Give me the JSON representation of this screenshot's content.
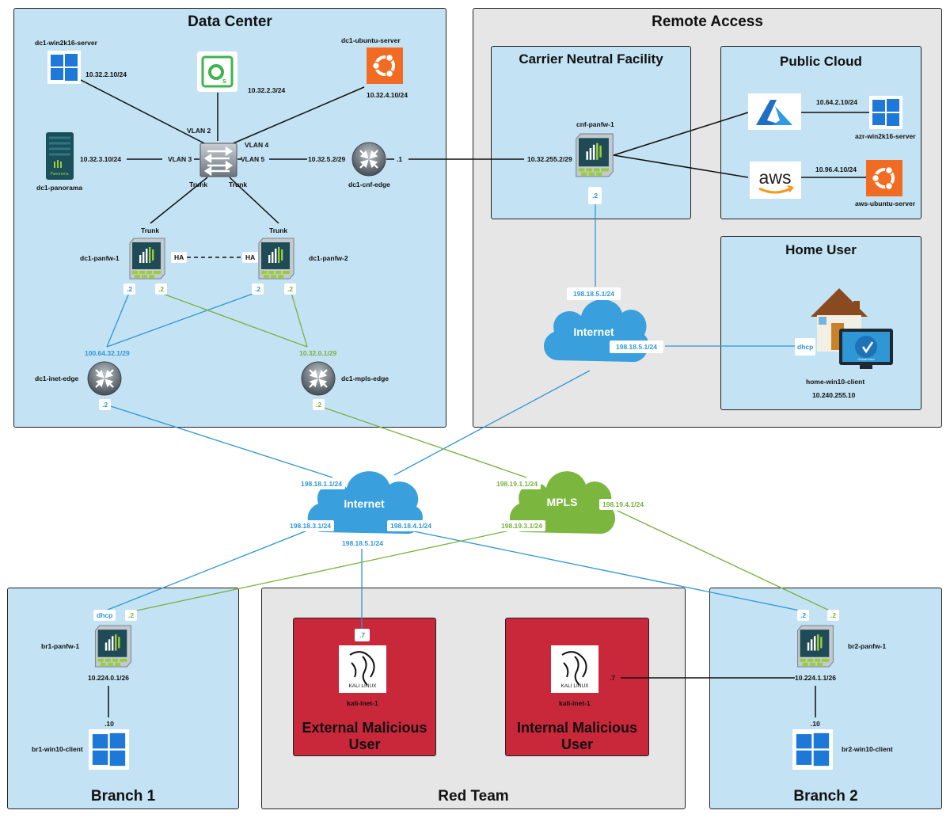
{
  "zones": {
    "data_center": "Data Center",
    "remote_access": "Remote Access",
    "carrier_neutral": "Carrier Neutral Facility",
    "public_cloud": "Public Cloud",
    "home_user": "Home User",
    "branch1": "Branch 1",
    "red_team": "Red Team",
    "branch2": "Branch 2",
    "external_malicious": "External Malicious User",
    "internal_malicious": "Internal Malicious User"
  },
  "devices": {
    "dc1_win": "dc1-win2k16-server",
    "dc1_ubuntu": "dc1-ubuntu-server",
    "dc1_panorama": "dc1-panorama",
    "dc1_cnf_edge": "dc1-cnf-edge",
    "dc1_panfw1": "dc1-panfw-1",
    "dc1_panfw2": "dc1-panfw-2",
    "dc1_inet_edge": "dc1-inet-edge",
    "dc1_mpls_edge": "dc1-mpls-edge",
    "cnf_panfw": "cnf-panfw-1",
    "azr_win": "azr-win2k16-server",
    "aws_ubuntu": "aws-ubuntu-server",
    "home_client": "home-win10-client",
    "br1_panfw": "br1-panfw-1",
    "br1_client": "br1-win10-client",
    "br2_panfw": "br2-panfw-1",
    "br2_client": "br2-win10-client",
    "kali1": "kali-inet-1",
    "kali2": "kali-inet-1"
  },
  "addresses": {
    "dc1_win": "10.32.2.10/24",
    "dc1_os": "10.32.2.3/24",
    "dc1_ubuntu": "10.32.4.10/24",
    "dc1_panorama": "10.32.3.10/24",
    "dc1_cnf_net": "10.32.5.2/29",
    "cnf_dot1": ".1",
    "cnf_panfw": "10.32.255.2/29",
    "cnf_dot2": ".2",
    "azure": "10.64.2.10/24",
    "aws": "10.96.4.10/24",
    "home_ip": "10.240.255.10",
    "dhcp": "dhcp",
    "inet_dc_net": "100.64.32.1/29",
    "mpls_dc_net": "10.32.0.1/29",
    "dot2": ".2",
    "ra_inet1": "198.18.5.1/24",
    "ra_inet2": "198.18.5.1/24",
    "inet_1": "198.18.1.1/24",
    "inet_3": "198.18.3.1/24",
    "inet_4": "198.18.4.1/24",
    "inet_5": "198.18.5.1/24",
    "mpls_1": "198.19.1.1/24",
    "mpls_3": "198.19.3.1/24",
    "mpls_4": "198.19.4.1/24",
    "br1_net": "10.224.0.1/26",
    "br2_net": "10.224.1.1/26",
    "dot10": ".10",
    "dot7": ".7"
  },
  "links": {
    "vlan2": "VLAN 2",
    "vlan3": "VLAN 3",
    "vlan4": "VLAN 4",
    "vlan5": "VLAN 5",
    "trunk": "Trunk",
    "ha": "HA"
  },
  "clouds": {
    "internet": "Internet",
    "mpls": "MPLS"
  },
  "icons": {
    "panorama_text": "Panorama",
    "aws_text": "aws",
    "kali_text": "KALI LINUX",
    "gp_text": "GlobalProtect"
  },
  "colors": {
    "zone_blue": "#c3e2f4",
    "zone_gray": "#e6e6e6",
    "zone_red": "#c9273a",
    "inet_line": "#2f97d3",
    "mpls_line": "#7bb03e"
  }
}
